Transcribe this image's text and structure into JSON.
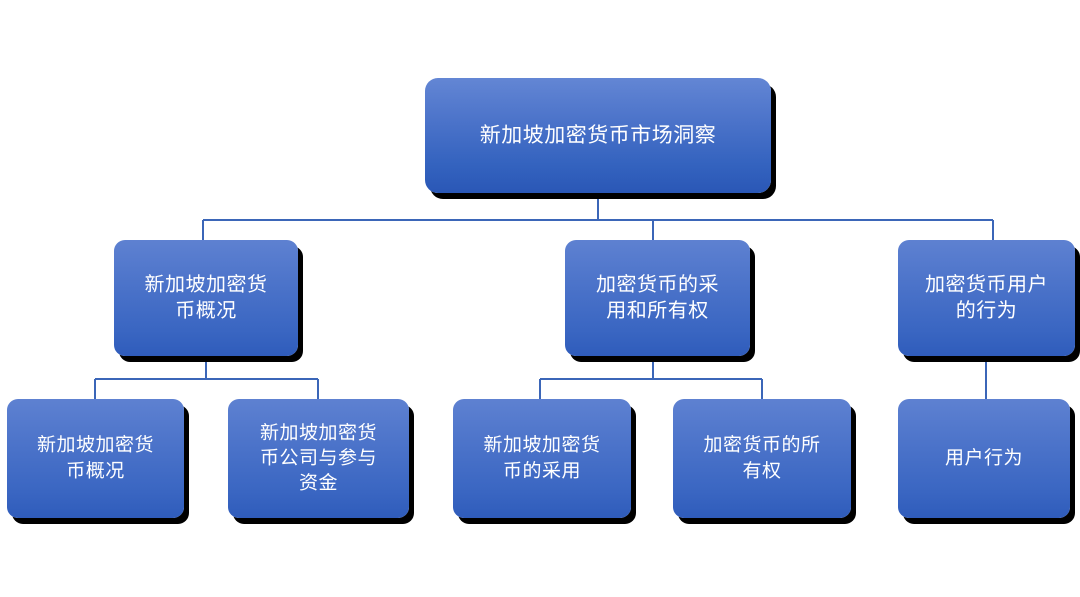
{
  "diagram": {
    "type": "org-chart",
    "title": "新加坡加密货币市场洞察",
    "background_color": "#ffffff",
    "node_fill_top": "#5e81d1",
    "node_fill_bottom": "#2f5cbb",
    "node_text_color": "#ffffff",
    "connector_color": "#3b66b8",
    "shadow_color": "#000000",
    "levels": 3,
    "nodes": {
      "root": {
        "id": "root",
        "label": "新加坡加密货币市场洞察",
        "level": 1
      },
      "branch1": {
        "id": "branch1",
        "label": "新加坡加密货\n币概况",
        "level": 2
      },
      "branch2": {
        "id": "branch2",
        "label": "加密货币的采\n用和所有权",
        "level": 2
      },
      "branch3": {
        "id": "branch3",
        "label": "加密货币用户\n的行为",
        "level": 2
      },
      "leaf1": {
        "id": "leaf1",
        "label": "新加坡加密货\n币概况",
        "level": 3,
        "parent": "branch1"
      },
      "leaf2": {
        "id": "leaf2",
        "label": "新加坡加密货\n币公司与参与\n资金",
        "level": 3,
        "parent": "branch1"
      },
      "leaf3": {
        "id": "leaf3",
        "label": "新加坡加密货\n币的采用",
        "level": 3,
        "parent": "branch2"
      },
      "leaf4": {
        "id": "leaf4",
        "label": "加密货币的所\n有权",
        "level": 3,
        "parent": "branch2"
      },
      "leaf5": {
        "id": "leaf5",
        "label": "用户行为",
        "level": 3,
        "parent": "branch3"
      }
    },
    "edges": [
      {
        "from": "root",
        "to": "branch1"
      },
      {
        "from": "root",
        "to": "branch2"
      },
      {
        "from": "root",
        "to": "branch3"
      },
      {
        "from": "branch1",
        "to": "leaf1"
      },
      {
        "from": "branch1",
        "to": "leaf2"
      },
      {
        "from": "branch2",
        "to": "leaf3"
      },
      {
        "from": "branch2",
        "to": "leaf4"
      },
      {
        "from": "branch3",
        "to": "leaf5"
      }
    ]
  }
}
